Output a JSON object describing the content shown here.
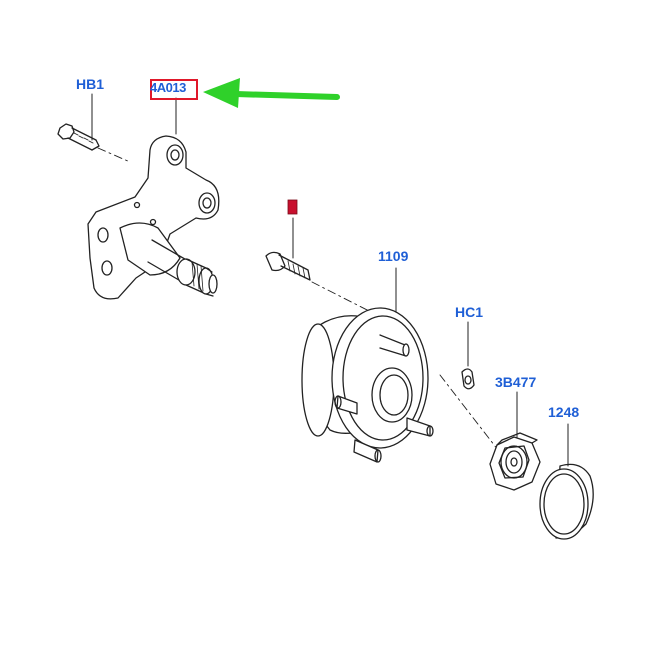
{
  "callouts": {
    "hb1": "HB1",
    "part_4a013": "4A013",
    "part_1109": "1109",
    "hc1": "HC1",
    "part_3b477": "3B477",
    "part_1248": "1248"
  },
  "colors": {
    "label_blue": "#1f5fd6",
    "highlight_box": "#e0182a",
    "arrow_green": "#2fd12a",
    "stud_marker": "#c8102e",
    "line_art": "#222222"
  }
}
